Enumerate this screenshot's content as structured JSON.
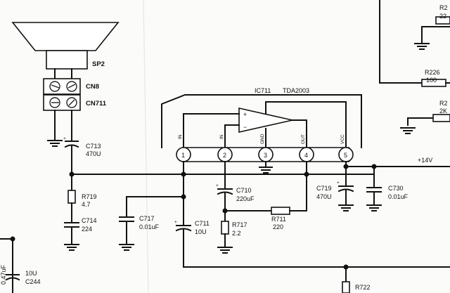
{
  "ic": {
    "ref": "IC711",
    "part": "TDA2003",
    "pins": [
      "1",
      "2",
      "3",
      "4",
      "5"
    ],
    "pin_labels": [
      "IN",
      "IN",
      "GND",
      "OUT",
      "VCC"
    ]
  },
  "speaker": {
    "ref": "SP2"
  },
  "connectors": {
    "cn8": "CN8",
    "cn711": "CN711"
  },
  "caps": {
    "c713": {
      "ref": "C713",
      "value": "470U"
    },
    "c714": {
      "ref": "C714",
      "value": "224"
    },
    "c717": {
      "ref": "C717",
      "value": "0.01uF"
    },
    "c711": {
      "ref": "C711",
      "value": "10U"
    },
    "c710": {
      "ref": "C710",
      "value": "220uF"
    },
    "c719": {
      "ref": "C719",
      "value": "470U"
    },
    "c730": {
      "ref": "C730",
      "value": "0.01uF"
    },
    "c244": {
      "ref": "C244",
      "value": "10U"
    }
  },
  "resistors": {
    "r719": {
      "ref": "R719",
      "value": "4.7"
    },
    "r717": {
      "ref": "R717",
      "value": "2.2"
    },
    "r711": {
      "ref": "R711",
      "value": "220"
    },
    "r226": {
      "ref": "R226",
      "value": "100"
    },
    "r722": {
      "ref": "R722"
    }
  },
  "supply": "+14V",
  "partial_labels": {
    "top_right_ref": "R2",
    "top_right_val": "22",
    "right_ref": "R2",
    "right_val": "2K",
    "left_cap_val": "0.47uF"
  }
}
